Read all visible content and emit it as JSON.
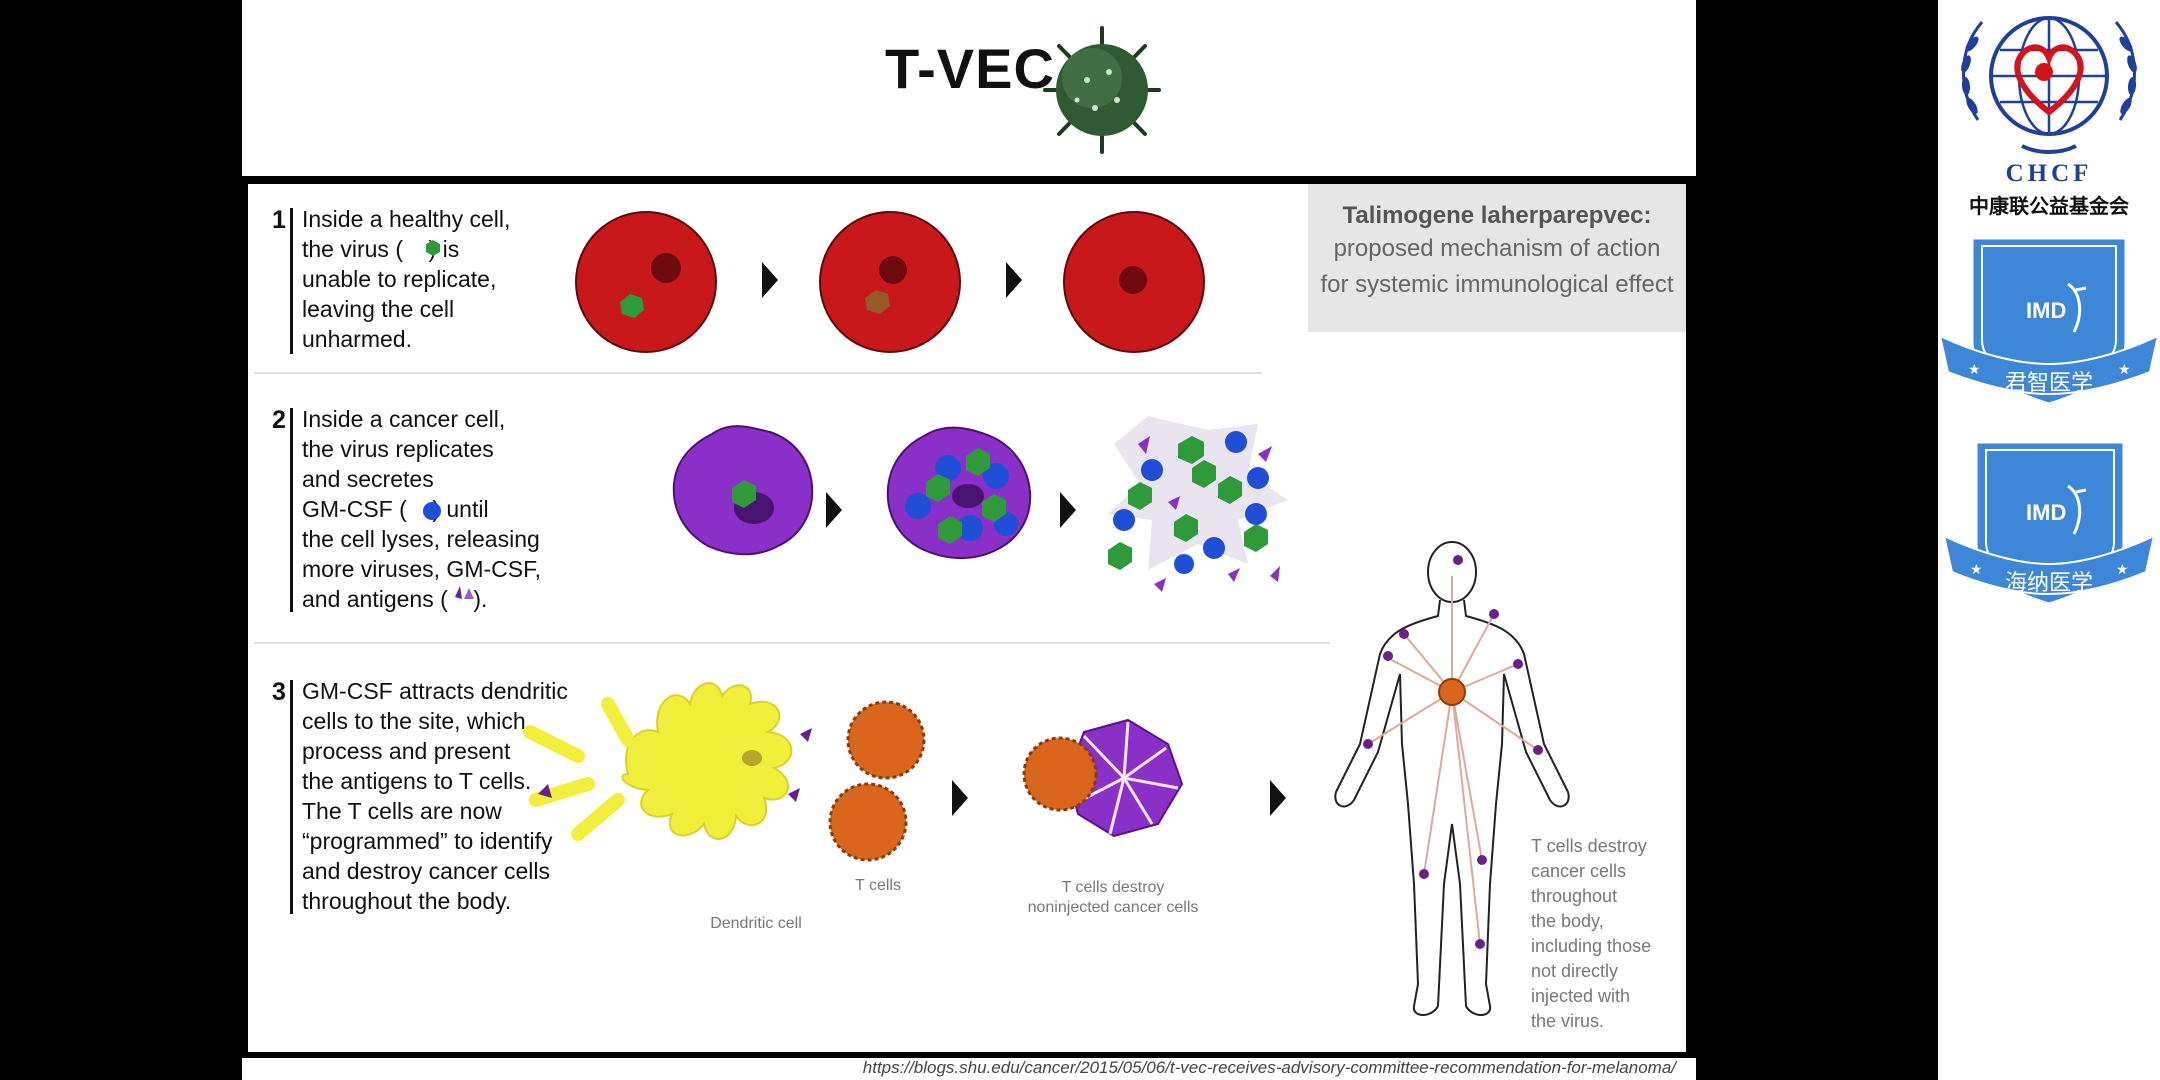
{
  "title": "T-VEC",
  "callout": {
    "heading": "Talimogene laherparepvec:",
    "line1": "proposed mechanism of action",
    "line2": "for systemic immunological effect"
  },
  "steps": [
    {
      "number": "1",
      "text": "Inside a healthy cell,\nthe virus (    ) is\nunable to replicate,\nleaving the cell\nunharmed."
    },
    {
      "number": "2",
      "text": "Inside a cancer cell,\nthe virus replicates\nand secretes\nGM-CSF (    ) until\nthe cell lyses, releasing\nmore viruses, GM-CSF,\nand antigens (    )."
    },
    {
      "number": "3",
      "text": "GM-CSF attracts dendritic\ncells to the site, which\nprocess and present\nthe antigens to T cells.\nThe T cells are now\n“programmed” to identify\nand destroy cancer cells\nthroughout the body."
    }
  ],
  "captions": {
    "dendritic": "Dendritic cell",
    "tcells": "T cells",
    "destroy_line1": "T cells destroy",
    "destroy_line2": "noninjected cancer cells",
    "body": "T cells destroy\ncancer cells\nthroughout\nthe body,\nincluding those\nnot directly\ninjected with\nthe virus."
  },
  "source_url": "https://blogs.shu.edu/cancer/2015/05/06/t-vec-receives-advisory-committee-recommendation-for-melanoma/",
  "logos": {
    "chcf_en": "CHCF",
    "chcf_cn": "中康联公益基金会",
    "imd_text": "IMD",
    "badge1_cn": "君智医学",
    "badge2_cn": "海纳医学"
  },
  "colors": {
    "healthy_cell": "#c8181b",
    "cancer_cell": "#8a2fc7",
    "virus": "#2e9a3a",
    "gmcsf": "#1f4fd6",
    "dendritic": "#f2ee3c",
    "tcell": "#d9661c",
    "badge_blue": "#3d86d8"
  }
}
